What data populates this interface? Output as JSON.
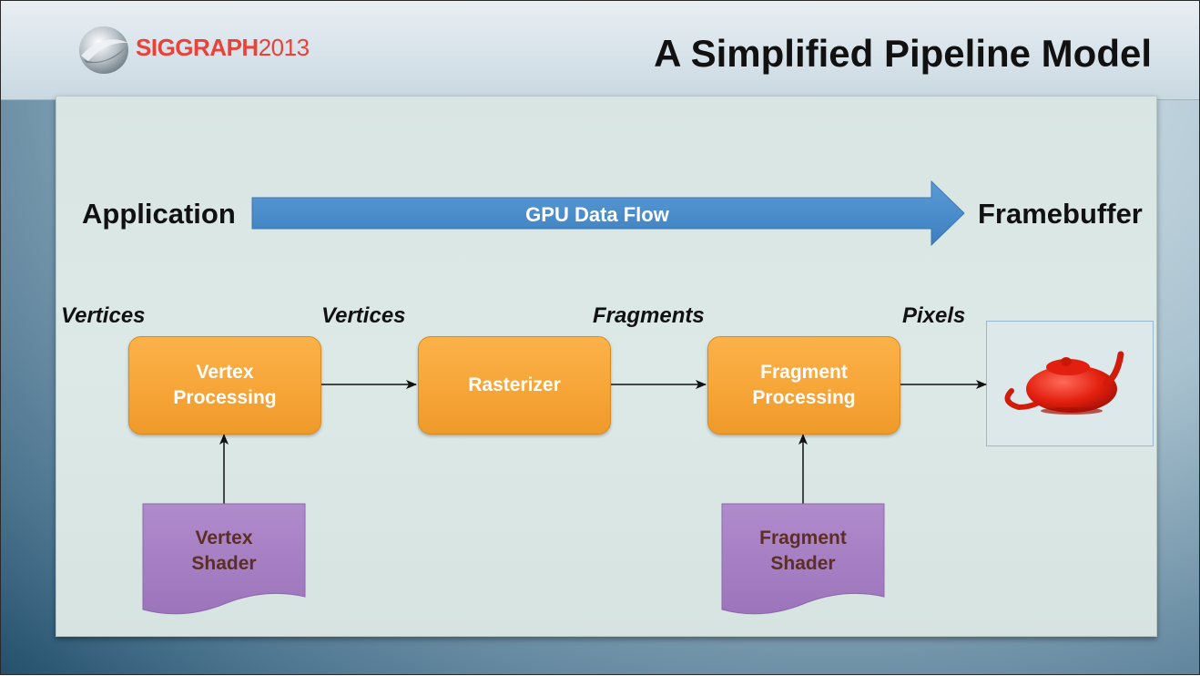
{
  "header": {
    "logo": {
      "name": "SIGGRAPH",
      "year": "2013"
    },
    "title": "A Simplified Pipeline Model"
  },
  "flow": {
    "source": "Application",
    "arrow_label": "GPU Data Flow",
    "sink": "Framebuffer"
  },
  "stage_labels": [
    "Vertices",
    "Vertices",
    "Fragments",
    "Pixels"
  ],
  "stages": [
    {
      "label": "Vertex\nProcessing"
    },
    {
      "label": "Rasterizer"
    },
    {
      "label": "Fragment\nProcessing"
    }
  ],
  "shaders": [
    {
      "label": "Vertex\nShader"
    },
    {
      "label": "Fragment\nShader"
    }
  ],
  "output": {
    "image": "teapot-render"
  },
  "colors": {
    "stage_box": "#f7a537",
    "shader_doc": "#a67fc3",
    "flow_arrow": "#4b8fcc",
    "title_logo": "#e8423a"
  }
}
